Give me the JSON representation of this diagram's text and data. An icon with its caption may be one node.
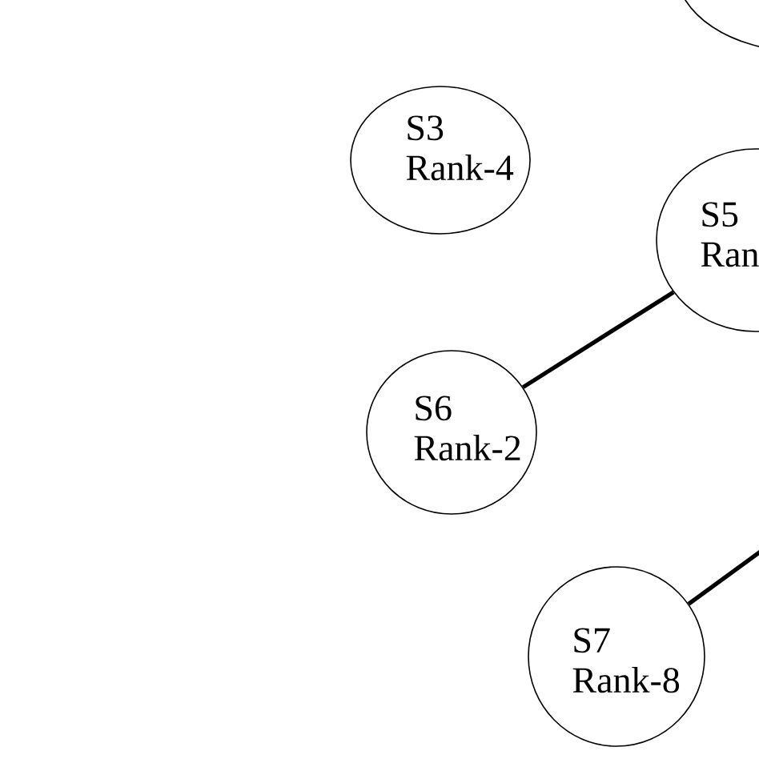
{
  "diagram": {
    "nodes": [
      {
        "text": [],
        "shape": "ellipse"
      },
      {
        "text": [
          "S3",
          "Rank-4"
        ]
      },
      {
        "text": [
          "S5",
          "Ran"
        ]
      },
      {
        "text": [
          "S6",
          "Rank-2"
        ]
      },
      {
        "text": [
          "S7",
          "Rank-8"
        ]
      }
    ],
    "edges": [
      {
        "from": 3,
        "to": 2,
        "arrow": "none"
      },
      {
        "from": 4,
        "to": null,
        "arrow": "none"
      }
    ]
  }
}
